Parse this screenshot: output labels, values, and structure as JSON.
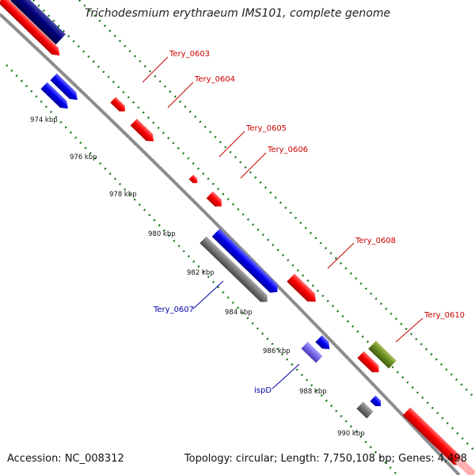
{
  "title": "Trichodesmium erythraeum IMS101, complete genome",
  "footer": {
    "accession": "Accession: NC_008312",
    "topology": "Topology: circular; Length: 7,750,108 bp; Genes: 4,498"
  },
  "ticks": [
    "974 kbp",
    "976 kbp",
    "978 kbp",
    "980 kbp",
    "982 kbp",
    "984 kbp",
    "986 kbp",
    "988 kbp",
    "990 kbp"
  ],
  "gene_labels": [
    {
      "text": "Tery_0603",
      "color": "#cc0000"
    },
    {
      "text": "Tery_0604",
      "color": "#cc0000"
    },
    {
      "text": "Tery_0605",
      "color": "#cc0000"
    },
    {
      "text": "Tery_0606",
      "color": "#cc0000"
    },
    {
      "text": "Tery_0608",
      "color": "#cc0000"
    },
    {
      "text": "Tery_0610",
      "color": "#cc0000"
    },
    {
      "text": "Tery_0607",
      "color": "#0000aa"
    },
    {
      "text": "ispD",
      "color": "#0000aa"
    }
  ],
  "colors": {
    "backbone": "#8c8c8c",
    "forward_gene": "#ff0000",
    "reverse_gene": "#0000ee",
    "pseudo_gene": "#777777",
    "rna_gene": "#6b8e23",
    "other_gene": "#7b68ee",
    "dark_gene": "#000080",
    "ruler": "#1a7a1a"
  }
}
